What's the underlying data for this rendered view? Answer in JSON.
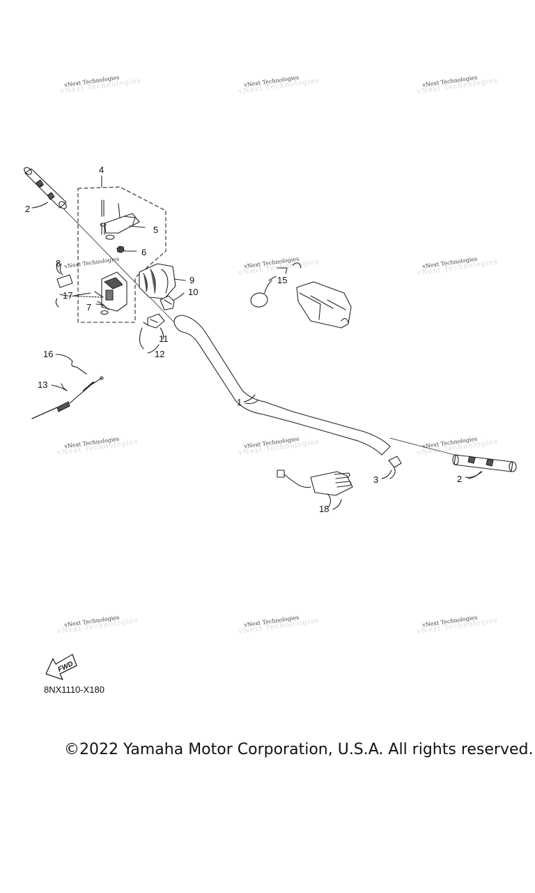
{
  "watermark": "vNext Technologies",
  "callouts": [
    "1",
    "2",
    "2",
    "3",
    "4",
    "5",
    "6",
    "7",
    "8",
    "9",
    "10",
    "11",
    "12",
    "13",
    "15",
    "16",
    "17",
    "18"
  ],
  "fwd_label": "FWD",
  "diagram_code": "8NX1110-X180",
  "copyright": "©2022 Yamaha Motor Corporation, U.S.A. All rights reserved.",
  "colors": {
    "line": "#222222",
    "shade": "#555555",
    "watermark": "#444444"
  }
}
